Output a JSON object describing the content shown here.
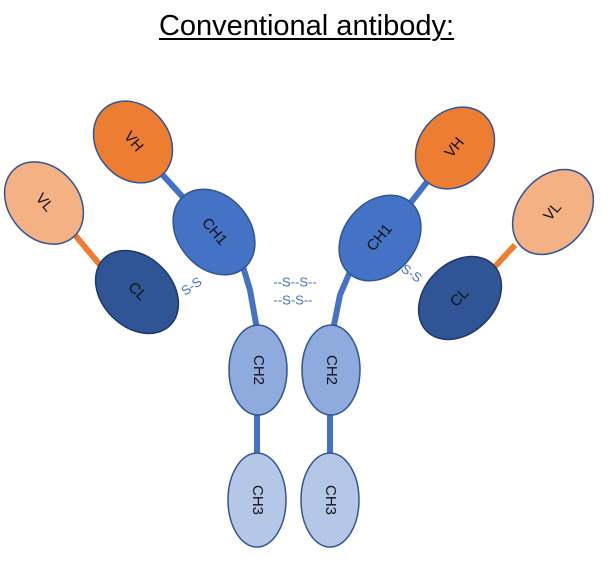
{
  "title": "Conventional antibody:",
  "domains": {
    "vh_left": "VH",
    "vh_right": "VH",
    "vl_left": "VL",
    "vl_right": "VL",
    "ch1_left": "CH1",
    "ch1_right": "CH1",
    "cl_left": "CL",
    "cl_right": "CL",
    "ch2_left": "CH2",
    "ch2_right": "CH2",
    "ch3_left": "CH3",
    "ch3_right": "CH3"
  },
  "disulfide": {
    "left_light": "S-S",
    "right_light": "S-S",
    "hinge_top": "--S--S--",
    "hinge_bottom": "--S-S--"
  },
  "colors": {
    "vh": "#ed7d31",
    "vl": "#f4b183",
    "ch1": "#4472c4",
    "cl": "#2f5597",
    "ch2": "#8faadc",
    "ch3": "#b4c7e7",
    "heavy_chain_line": "#4472c4",
    "light_chain_line": "#ed7d31",
    "outline": "#2f5597"
  }
}
